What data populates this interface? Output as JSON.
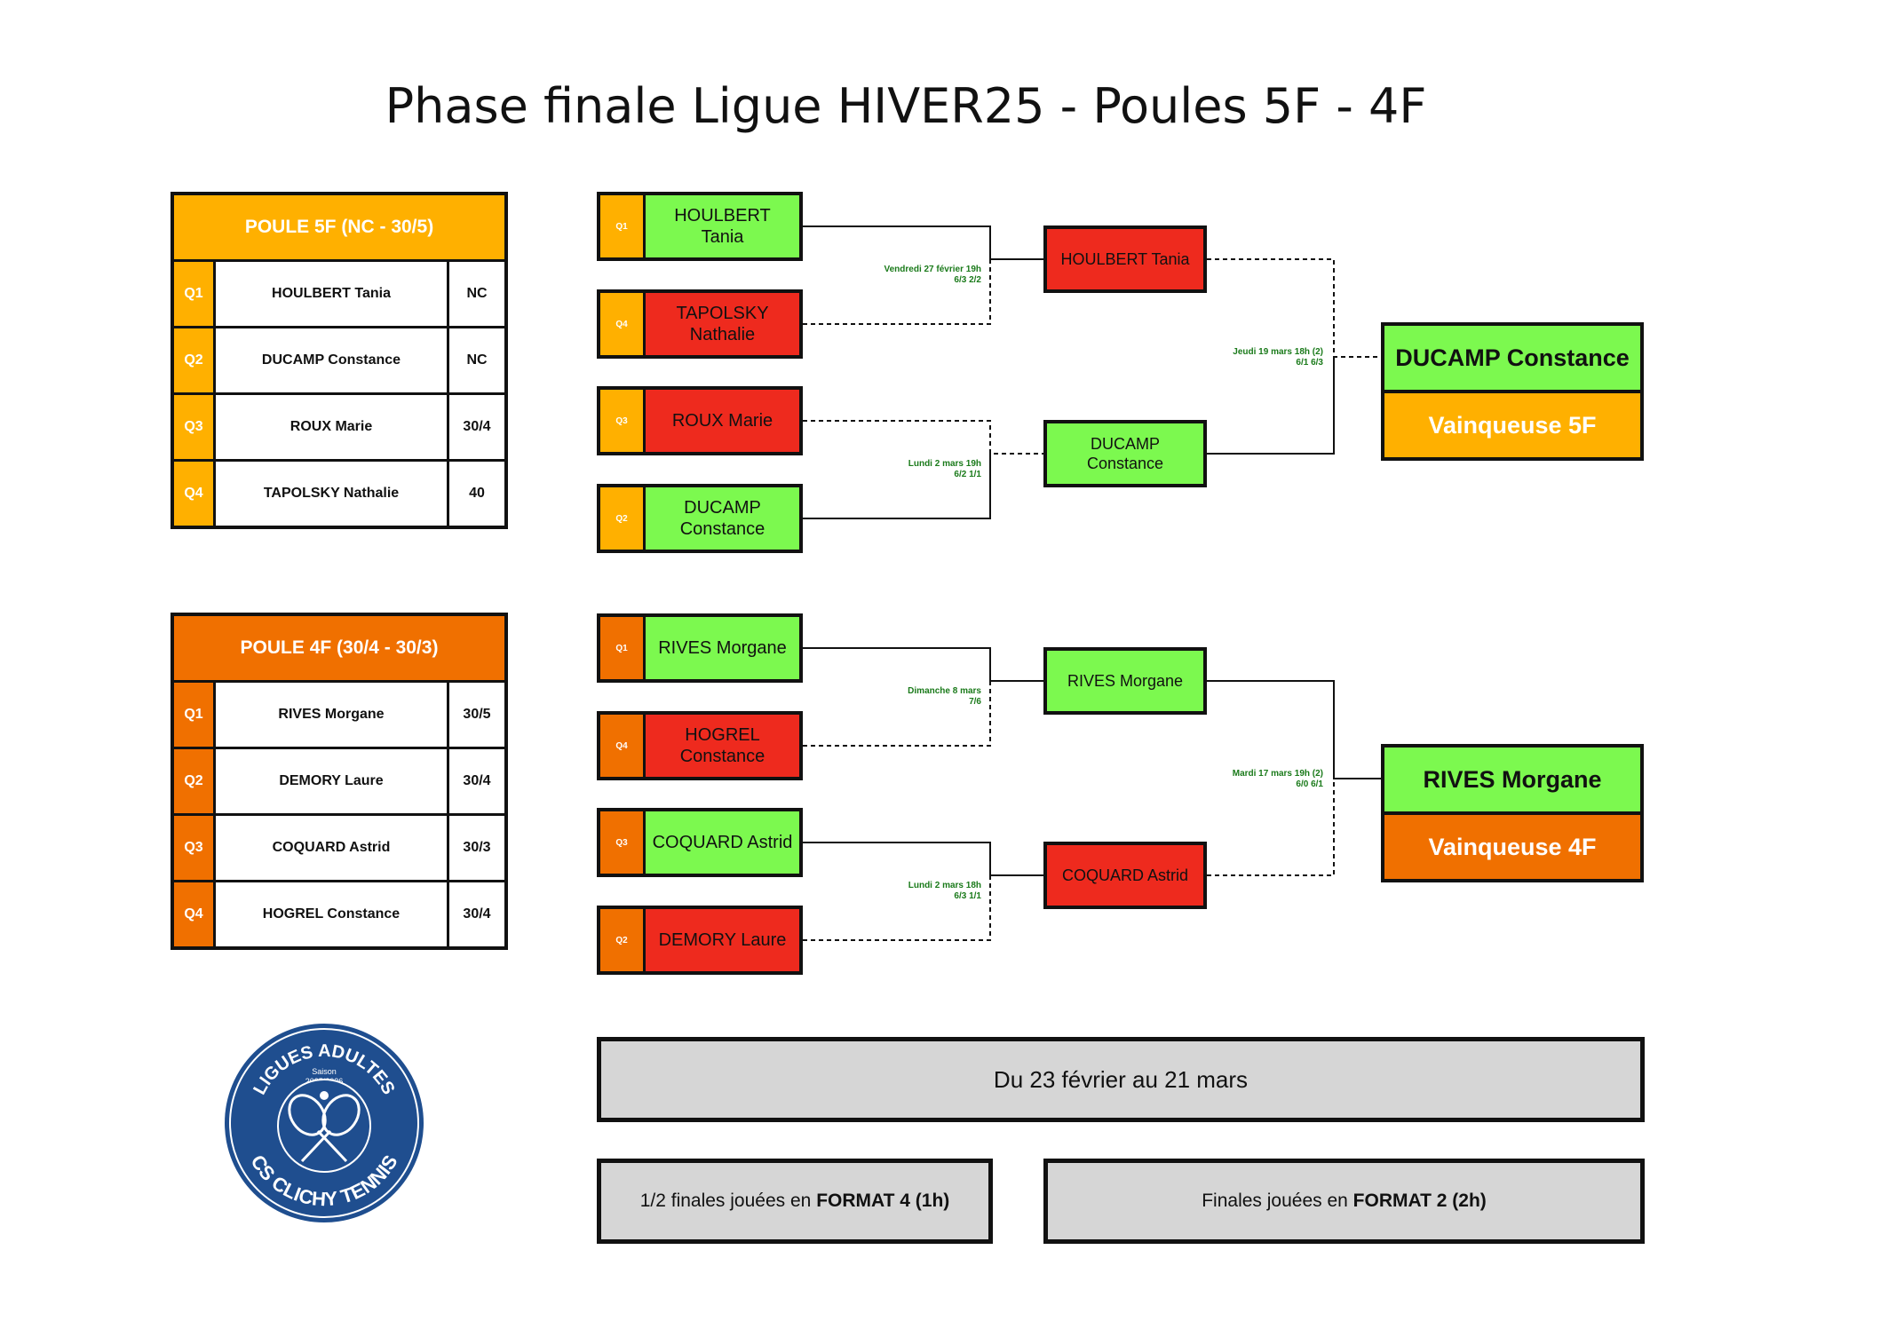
{
  "title": "Phase finale Ligue HIVER25 - Poules 5F - 4F",
  "colors": {
    "green": "#7cf94f",
    "red": "#ee2a1e",
    "gold": "#ffb000",
    "orange": "#f07000",
    "navy": "#1f4e8f"
  },
  "pool5": {
    "header": "POULE 5F (NC - 30/5)",
    "rows": [
      {
        "q": "Q1",
        "name": "HOULBERT Tania",
        "rank": "NC"
      },
      {
        "q": "Q2",
        "name": "DUCAMP Constance",
        "rank": "NC"
      },
      {
        "q": "Q3",
        "name": "ROUX Marie",
        "rank": "30/4"
      },
      {
        "q": "Q4",
        "name": "TAPOLSKY Nathalie",
        "rank": "40"
      }
    ]
  },
  "pool4": {
    "header": "POULE 4F (30/4 - 30/3)",
    "rows": [
      {
        "q": "Q1",
        "name": "RIVES Morgane",
        "rank": "30/5"
      },
      {
        "q": "Q2",
        "name": "DEMORY Laure",
        "rank": "30/4"
      },
      {
        "q": "Q3",
        "name": "COQUARD Astrid",
        "rank": "30/3"
      },
      {
        "q": "Q4",
        "name": "HOGREL Constance",
        "rank": "30/4"
      }
    ]
  },
  "bracket5": {
    "entries": [
      {
        "q": "Q1",
        "name": "HOULBERT Tania"
      },
      {
        "q": "Q4",
        "name": "TAPOLSKY Nathalie"
      },
      {
        "q": "Q3",
        "name": "ROUX Marie"
      },
      {
        "q": "Q2",
        "name": "DUCAMP Constance"
      }
    ],
    "semi1_note_1": "Vendredi 27 février 19h",
    "semi1_note_2": "6/3 2/2",
    "semi2_note_1": "Lundi 2 mars 19h",
    "semi2_note_2": "6/2 1/1",
    "finalist_1": "HOULBERT Tania",
    "finalist_2": "DUCAMP Constance",
    "final_note_1": "Jeudi 19 mars 18h (2)",
    "final_note_2": "6/1 6/3",
    "winner": "DUCAMP Constance",
    "winner_label": "Vainqueuse 5F"
  },
  "bracket4": {
    "entries": [
      {
        "q": "Q1",
        "name": "RIVES Morgane"
      },
      {
        "q": "Q4",
        "name": "HOGREL Constance"
      },
      {
        "q": "Q3",
        "name": "COQUARD Astrid"
      },
      {
        "q": "Q2",
        "name": "DEMORY Laure"
      }
    ],
    "semi1_note_1": "Dimanche 8 mars",
    "semi1_note_2": "7/6",
    "semi2_note_1": "Lundi 2 mars 18h",
    "semi2_note_2": "6/3 1/1",
    "finalist_1": "RIVES Morgane",
    "finalist_2": "COQUARD Astrid",
    "final_note_1": "Mardi 17 mars 19h (2)",
    "final_note_2": "6/0 6/1",
    "winner": "RIVES Morgane",
    "winner_label": "Vainqueuse 4F"
  },
  "logo": {
    "top_text": "LIGUES ADULTES",
    "season_label": "Saison",
    "season_years": "2025/2026",
    "bottom_text": "CS CLICHY TENNIS"
  },
  "info": {
    "dates": "Du 23 février au 21 mars",
    "semis_prefix": "1/2 finales  jouées en ",
    "semis_format": "FORMAT 4 (1h)",
    "finals_prefix": "Finales jouées en ",
    "finals_format": "FORMAT 2 (2h)"
  }
}
